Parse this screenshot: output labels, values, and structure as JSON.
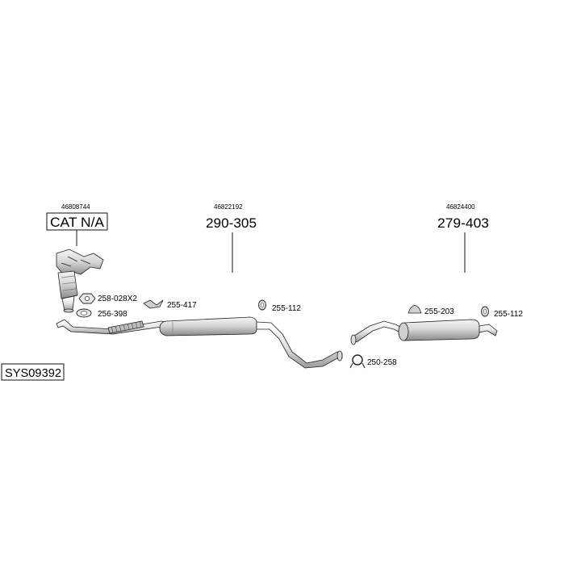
{
  "diagram": {
    "system_code": "SYS09392",
    "main_parts": [
      {
        "oe_number": "46808744",
        "part_number": "CAT N/A",
        "boxed": true
      },
      {
        "oe_number": "46822192",
        "part_number": "290-305",
        "boxed": false
      },
      {
        "oe_number": "46824400",
        "part_number": "279-403",
        "boxed": false
      }
    ],
    "fittings": [
      {
        "part_number": "258-028X2",
        "icon": "nut-icon"
      },
      {
        "part_number": "256-398",
        "icon": "gasket-icon"
      },
      {
        "part_number": "255-417",
        "icon": "rubber-hanger-icon"
      },
      {
        "part_number": "255-112",
        "icon": "rubber-ring-hanger-icon"
      },
      {
        "part_number": "250-258",
        "icon": "pipe-clamp-icon"
      },
      {
        "part_number": "255-203",
        "icon": "rubber-hanger-icon"
      },
      {
        "part_number": "255-112",
        "icon": "rubber-ring-hanger-icon"
      }
    ]
  }
}
